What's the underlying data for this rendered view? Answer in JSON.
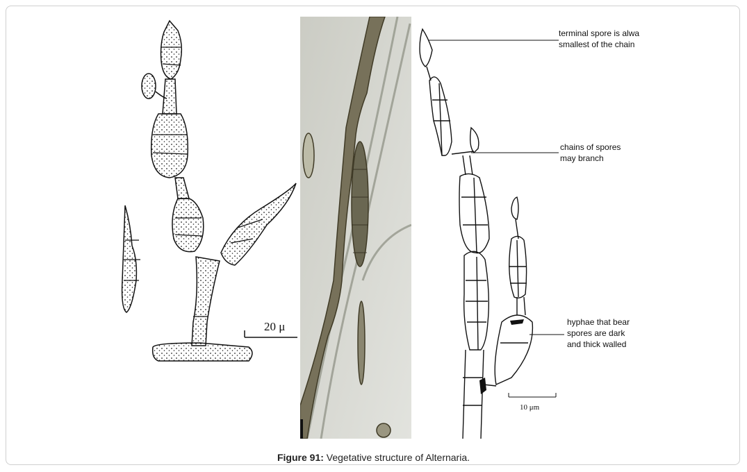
{
  "figure": {
    "caption_label": "Figure 91:",
    "caption_text": " Vegetative structure of Alternaria."
  },
  "left_drawing": {
    "scale_bar_label": "20 μ"
  },
  "right_drawing": {
    "annotations": [
      [
        "terminal spore is alwa",
        "smallest of the chain"
      ],
      [
        "chains of spores",
        "may branch"
      ],
      [
        "hyphae that bear",
        "spores are dark",
        "and thick walled"
      ]
    ],
    "scale_bar_label": "10 μm"
  }
}
